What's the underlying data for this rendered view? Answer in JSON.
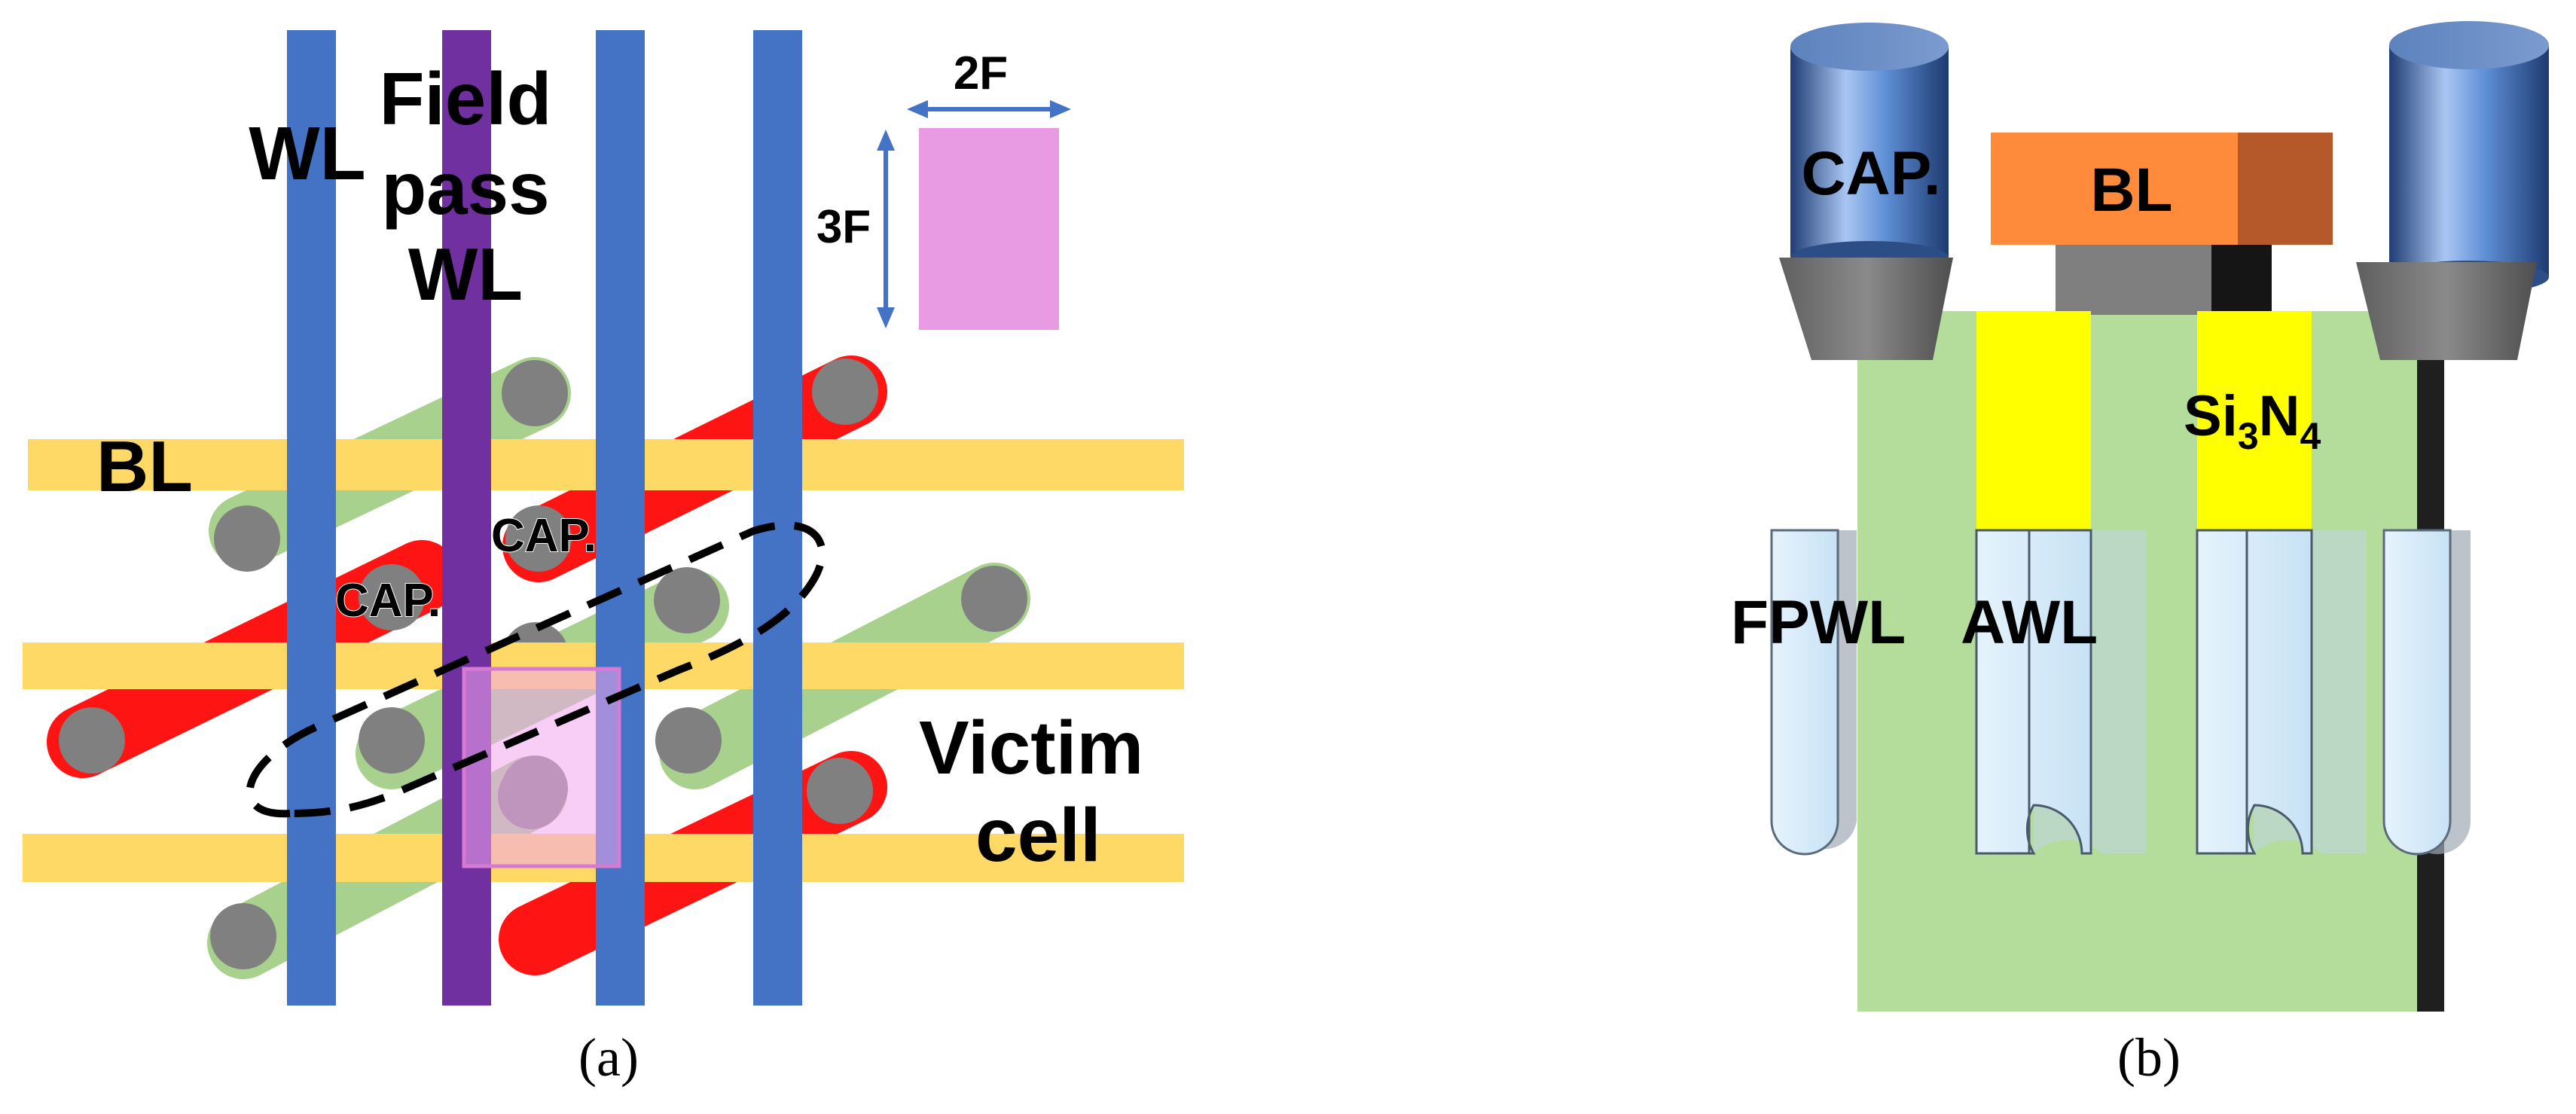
{
  "panel_a": {
    "caption": "(a)",
    "labels": {
      "wl": "WL",
      "field_pass_wl": [
        "Field",
        "pass",
        "WL"
      ],
      "bl": "BL",
      "cap_1": "CAP.",
      "cap_2": "CAP.",
      "victim_cell": [
        "Victim",
        "cell"
      ],
      "dim_width": "2F",
      "dim_height": "3F"
    },
    "colors": {
      "word_line": "#4472c4",
      "field_pass_word_line": "#7030a0",
      "bit_line": "#ffd966",
      "active_green": "#a9d18e",
      "active_red": "#ff0000",
      "contact": "#808080",
      "unit_cell": "#e79ae3"
    }
  },
  "panel_b": {
    "caption": "(b)",
    "labels": {
      "cap": "CAP.",
      "bl": "BL",
      "si3n4": [
        "Si",
        "3",
        "N",
        "4"
      ],
      "fpwl": "FPWL",
      "awl": "AWL"
    },
    "colors": {
      "substrate": "#b4dd9c",
      "nitride": "#ffff00",
      "bit_line_front": "#fd8b3b",
      "bit_line_side": "#b5592a",
      "capacitor": "#5b86c6",
      "word_line": "#d4ebfa"
    }
  }
}
